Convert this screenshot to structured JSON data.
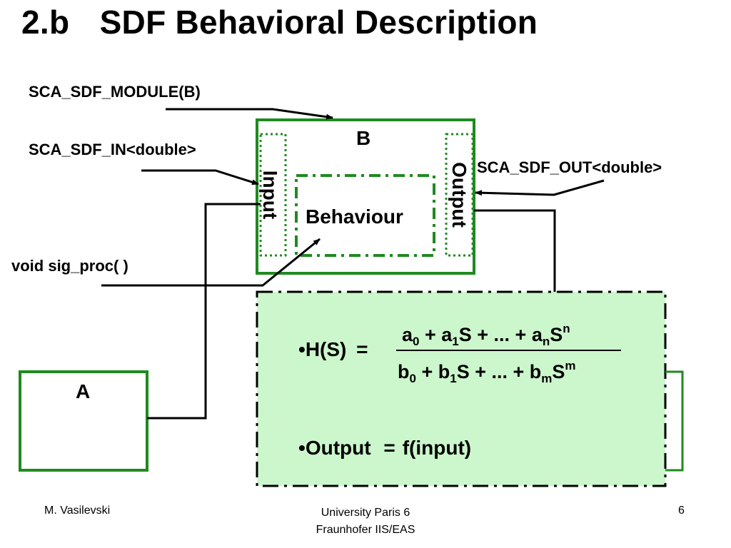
{
  "slide": {
    "title_number": "2.b",
    "title_text": "SDF Behavioral Description",
    "page_number": "6"
  },
  "diagram": {
    "module_macro": "SCA_SDF_MODULE(B)",
    "in_port_label": "SCA_SDF_IN<double>",
    "out_port_label": "SCA_SDF_OUT<double>",
    "method_label": "void sig_proc( )",
    "module_b_name": "B",
    "module_a_name": "A",
    "input_label": "Input",
    "output_label": "Output",
    "behaviour_label": "Behaviour",
    "colors": {
      "green": "#1f8a1f",
      "panel_fill": "#ccf7cc"
    }
  },
  "equations": {
    "bullet": "•",
    "h_lhs": "H(S)",
    "equals": "=",
    "output_lhs": "Output",
    "output_rhs": "f(input)"
  },
  "footer": {
    "author": "M. Vasilevski",
    "affiliation_line1": "University Paris 6",
    "affiliation_line2": "Fraunhofer IIS/EAS"
  }
}
